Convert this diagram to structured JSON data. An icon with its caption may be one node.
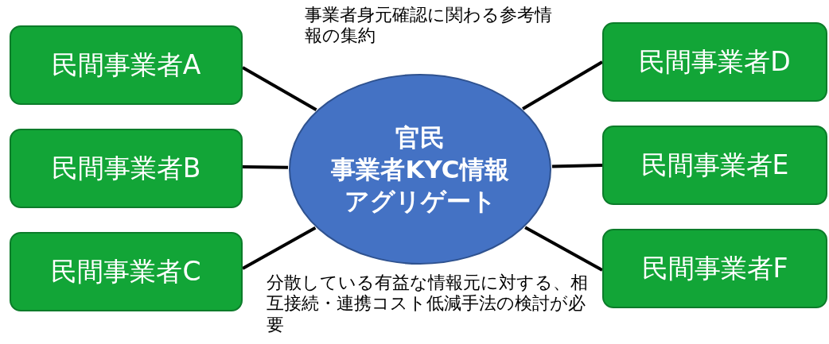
{
  "diagram": {
    "nodes": [
      {
        "text": [
          "民間事業者A"
        ]
      },
      {
        "text": [
          "民間事業者B"
        ]
      },
      {
        "text": [
          "民間事業者C"
        ]
      },
      {
        "text": [
          "官民",
          "事業者KYC情報",
          "アグリゲート"
        ]
      },
      {
        "text": [
          "民間事業者D"
        ]
      },
      {
        "text": [
          "民間事業者E"
        ]
      },
      {
        "text": [
          "民間事業者F"
        ]
      }
    ],
    "edges": [
      {
        "from": 3,
        "to": 0,
        "arrow": "none"
      },
      {
        "from": 3,
        "to": 1,
        "arrow": "none"
      },
      {
        "from": 3,
        "to": 2,
        "arrow": "none"
      },
      {
        "from": 3,
        "to": 4,
        "arrow": "none"
      },
      {
        "from": 3,
        "to": 5,
        "arrow": "none"
      },
      {
        "from": 3,
        "to": 6,
        "arrow": "none"
      }
    ],
    "labels": [
      "事業者身元確認に関わる参考情報の集約",
      "分散している有益な情報元に対する、相互接続・連携コスト低減手法の検討が必要"
    ]
  }
}
